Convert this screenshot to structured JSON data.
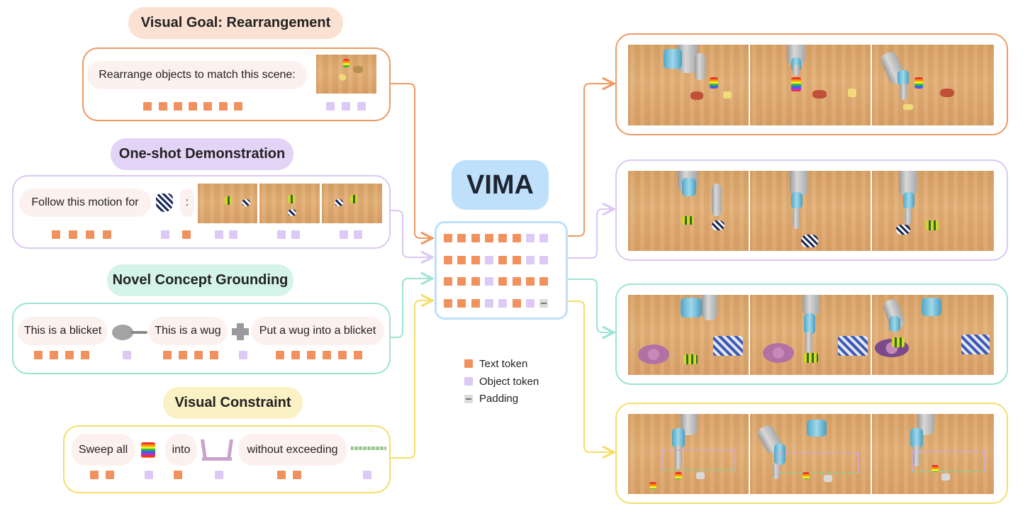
{
  "model": {
    "name": "VIMA"
  },
  "sections": [
    {
      "title": "Visual Goal: Rearrangement",
      "prompt": [
        "Rearrange objects to match this scene:"
      ]
    },
    {
      "title": "One-shot Demonstration",
      "prompt": [
        "Follow this motion for",
        ":"
      ]
    },
    {
      "title": "Novel Concept Grounding",
      "prompt": [
        "This is a blicket",
        "This is a wug",
        "Put a wug into a blicket"
      ]
    },
    {
      "title": "Visual Constraint",
      "prompt": [
        "Sweep all",
        "into",
        "without exceeding"
      ]
    }
  ],
  "legend": [
    {
      "label": "Text token",
      "kind": "text"
    },
    {
      "label": "Object token",
      "kind": "object"
    },
    {
      "label": "Padding",
      "kind": "padding"
    }
  ],
  "colors": {
    "rearrangement": "#ee9a63",
    "demonstration": "#dbc8f2",
    "grounding": "#9de3d4",
    "constraint": "#f2df6a",
    "text_token": "#f0915e",
    "object_token": "#dcc9f5",
    "padding": "#dcdcdc",
    "vima": "#bfe0fb"
  },
  "token_grid": [
    [
      "text",
      "text",
      "text",
      "text",
      "text",
      "text",
      "object",
      "object"
    ],
    [
      "text",
      "text",
      "text",
      "object",
      "text",
      "text",
      "object",
      "object"
    ],
    [
      "text",
      "text",
      "text",
      "object",
      "text",
      "text",
      "text",
      "text"
    ],
    [
      "text",
      "text",
      "text",
      "object",
      "object",
      "text",
      "object",
      "padding"
    ]
  ]
}
